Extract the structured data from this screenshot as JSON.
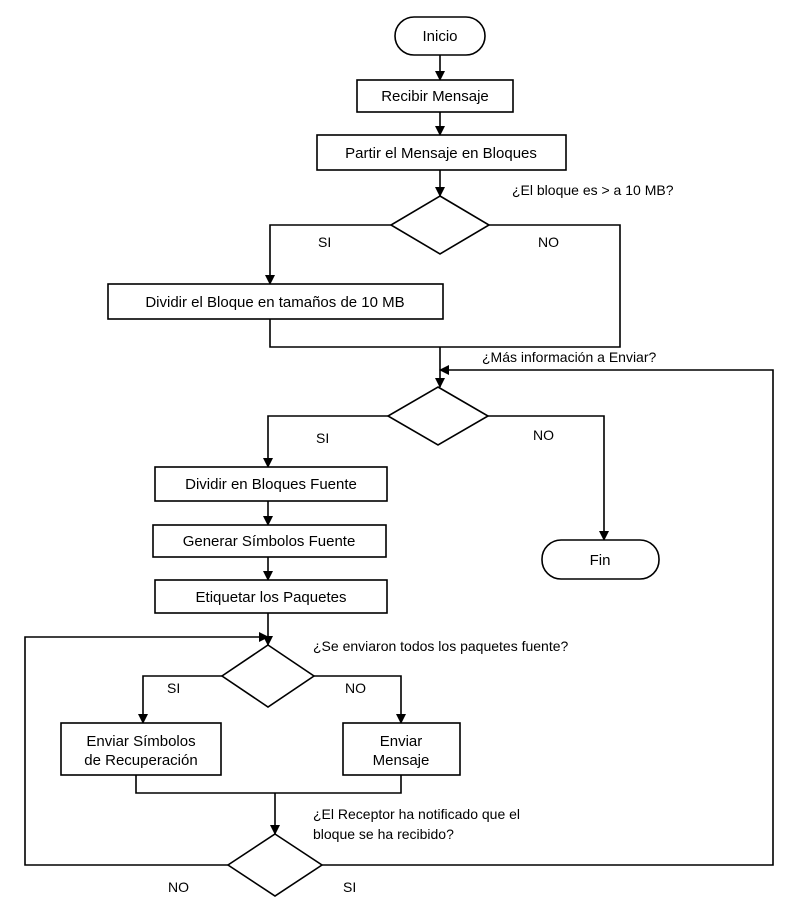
{
  "flowchart": {
    "nodes": {
      "start": "Inicio",
      "receive_message": "Recibir Mensaje",
      "split_message": "Partir el Mensaje en Bloques",
      "split_block": "Dividir el Bloque en tamaños de 10 MB",
      "split_source_blocks": "Dividir en Bloques Fuente",
      "generate_source_symbols": "Generar Símbolos Fuente",
      "label_packets": "Etiquetar los Paquetes",
      "end": "Fin",
      "send_recovery_symbols_line1": "Enviar Símbolos",
      "send_recovery_symbols_line2": "de Recuperación",
      "send_message_line1": "Enviar",
      "send_message_line2": "Mensaje"
    },
    "decisions": {
      "block_size": "¿El bloque es > a 10 MB?",
      "more_info": "¿Más información a Enviar?",
      "all_packets_sent": "¿Se enviaron todos los paquetes fuente?",
      "receiver_notified_line1": "¿El Receptor ha notificado que el",
      "receiver_notified_line2": "bloque se ha recibido?"
    },
    "branch_labels": {
      "yes": "SI",
      "no": "NO"
    }
  }
}
